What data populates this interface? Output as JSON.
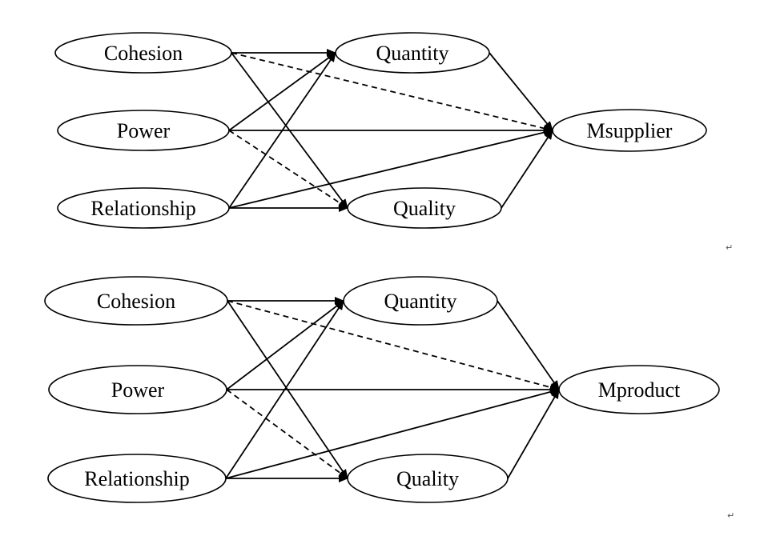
{
  "diagrams": [
    {
      "nodes": {
        "cohesion": "Cohesion",
        "power": "Power",
        "relationship": "Relationship",
        "quantity": "Quantity",
        "quality": "Quality",
        "outcome": "Msupplier"
      },
      "edges": [
        {
          "from": "cohesion",
          "to": "quantity",
          "style": "solid"
        },
        {
          "from": "cohesion",
          "to": "quality",
          "style": "solid"
        },
        {
          "from": "cohesion",
          "to": "outcome",
          "style": "dashed"
        },
        {
          "from": "power",
          "to": "quantity",
          "style": "solid"
        },
        {
          "from": "power",
          "to": "quality",
          "style": "dashed"
        },
        {
          "from": "power",
          "to": "outcome",
          "style": "solid"
        },
        {
          "from": "relationship",
          "to": "quantity",
          "style": "solid"
        },
        {
          "from": "relationship",
          "to": "quality",
          "style": "solid"
        },
        {
          "from": "relationship",
          "to": "outcome",
          "style": "solid"
        },
        {
          "from": "quantity",
          "to": "outcome",
          "style": "solid"
        },
        {
          "from": "quality",
          "to": "outcome",
          "style": "solid"
        }
      ]
    },
    {
      "nodes": {
        "cohesion": "Cohesion",
        "power": "Power",
        "relationship": "Relationship",
        "quantity": "Quantity",
        "quality": "Quality",
        "outcome": "Mproduct"
      },
      "edges": [
        {
          "from": "cohesion",
          "to": "quantity",
          "style": "solid"
        },
        {
          "from": "cohesion",
          "to": "quality",
          "style": "solid"
        },
        {
          "from": "cohesion",
          "to": "outcome",
          "style": "dashed"
        },
        {
          "from": "power",
          "to": "quantity",
          "style": "solid"
        },
        {
          "from": "power",
          "to": "quality",
          "style": "dashed"
        },
        {
          "from": "power",
          "to": "outcome",
          "style": "solid"
        },
        {
          "from": "relationship",
          "to": "quantity",
          "style": "solid"
        },
        {
          "from": "relationship",
          "to": "quality",
          "style": "solid"
        },
        {
          "from": "relationship",
          "to": "outcome",
          "style": "solid"
        },
        {
          "from": "quantity",
          "to": "outcome",
          "style": "solid"
        },
        {
          "from": "quality",
          "to": "outcome",
          "style": "solid"
        }
      ]
    }
  ],
  "paragraph_mark": "↵",
  "colors": {
    "stroke": "#000000",
    "background": "#ffffff"
  }
}
